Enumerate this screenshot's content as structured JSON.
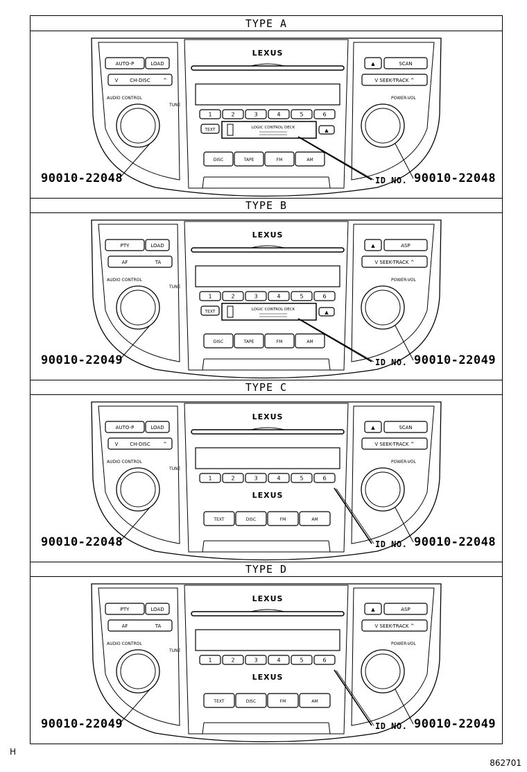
{
  "sections": [
    {
      "title": "TYPE A",
      "left_part": "90010-22048",
      "right_part": "90010-22048",
      "id_label": "ID NO.",
      "variant": "cd",
      "brand": "LEXUS",
      "top_left_buttons": [
        "AUTO-P",
        "LOAD"
      ],
      "mid_left_button": [
        "V",
        "CH-DISC",
        "^"
      ],
      "top_right_buttons": [
        "▲",
        "SCAN"
      ],
      "seek_label": "V  SEEK-TRACK  ^",
      "audio_label": "AUDIO CONTROL",
      "tune_label": "TUNE",
      "power_label": "POWER-VOL",
      "presets": [
        "1",
        "2",
        "3",
        "4",
        "5",
        "6"
      ],
      "text_button": "TEXT",
      "deck_label": "LOGIC CONTROL DECK",
      "bottom_buttons": [
        "DISC",
        "TAPE",
        "FM",
        "AM"
      ]
    },
    {
      "title": "TYPE B",
      "left_part": "90010-22049",
      "right_part": "90010-22049",
      "id_label": "ID NO.",
      "variant": "cd",
      "brand": "LEXUS",
      "top_left_buttons": [
        "PTY",
        "LOAD"
      ],
      "mid_left_button": [
        "AF",
        "TA"
      ],
      "top_right_buttons": [
        "▲",
        "ASP"
      ],
      "seek_label": "V  SEEK-TRACK  ^",
      "audio_label": "AUDIO CONTROL",
      "tune_label": "TUNE",
      "power_label": "POWER-VOL",
      "presets": [
        "1",
        "2",
        "3",
        "4",
        "5",
        "6"
      ],
      "text_button": "TEXT",
      "deck_label": "LOGIC CONTROL DECK",
      "bottom_buttons": [
        "DISC",
        "TAPE",
        "FM",
        "AM"
      ]
    },
    {
      "title": "TYPE C",
      "left_part": "90010-22048",
      "right_part": "90010-22048",
      "id_label": "ID NO.",
      "variant": "nodeck",
      "brand": "LEXUS",
      "top_left_buttons": [
        "AUTO-P",
        "LOAD"
      ],
      "mid_left_button": [
        "V",
        "CH-DISC",
        "^"
      ],
      "top_right_buttons": [
        "▲",
        "SCAN"
      ],
      "seek_label": "V  SEEK-TRACK  ^",
      "audio_label": "AUDIO CONTROL",
      "tune_label": "TUNE",
      "power_label": "POWER-VOL",
      "presets": [
        "1",
        "2",
        "3",
        "4",
        "5",
        "6"
      ],
      "text_button": "",
      "deck_label": "",
      "bottom_buttons": [
        "TEXT",
        "DISC",
        "FM",
        "AM"
      ]
    },
    {
      "title": "TYPE D",
      "left_part": "90010-22049",
      "right_part": "90010-22049",
      "id_label": "ID NO.",
      "variant": "nodeck",
      "brand": "LEXUS",
      "top_left_buttons": [
        "PTY",
        "LOAD"
      ],
      "mid_left_button": [
        "AF",
        "TA"
      ],
      "top_right_buttons": [
        "▲",
        "ASP"
      ],
      "seek_label": "V  SEEK-TRACK  ^",
      "audio_label": "AUDIO CONTROL",
      "tune_label": "TUNE",
      "power_label": "POWER-VOL",
      "presets": [
        "1",
        "2",
        "3",
        "4",
        "5",
        "6"
      ],
      "text_button": "",
      "deck_label": "",
      "bottom_buttons": [
        "TEXT",
        "DISC",
        "FM",
        "AM"
      ]
    }
  ],
  "corner_mark": "H",
  "figure_id": "862701"
}
